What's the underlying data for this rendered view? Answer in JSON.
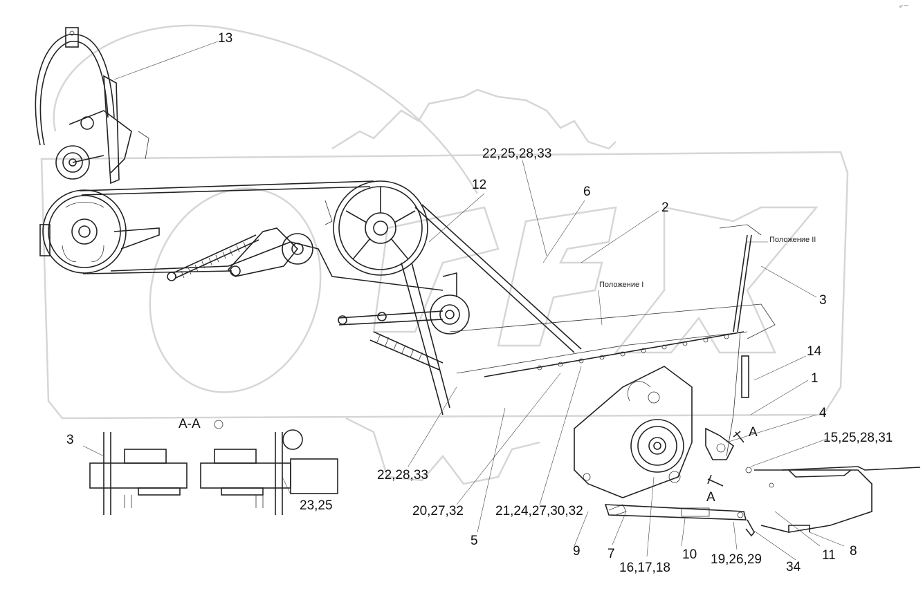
{
  "corner_mark": "e⁰ ⁰⁰⁰",
  "section_title": "A-A",
  "labels": {
    "l13": "13",
    "l12": "12",
    "l22_25_28_33": "22,25,28,33",
    "l6": "6",
    "l2": "2",
    "l3a": "3",
    "l14": "14",
    "l1": "1",
    "l4": "4",
    "l15_25_28_31": "15,25,28,31",
    "l3b": "3",
    "l23_25": "23,25",
    "l22_28_33": "22,28,33",
    "l20_27_32": "20,27,32",
    "l21_24_27_30_32": "21,24,27,30,32",
    "l5": "5",
    "l9": "9",
    "l7": "7",
    "l16_17_18": "16,17,18",
    "l10": "10",
    "l19_26_29": "19,26,29",
    "l34": "34",
    "l11": "11",
    "l8": "8",
    "cutA1": "A",
    "cutA2": "A"
  },
  "positions": {
    "pos1": "Положение I",
    "pos2": "Положение II"
  }
}
